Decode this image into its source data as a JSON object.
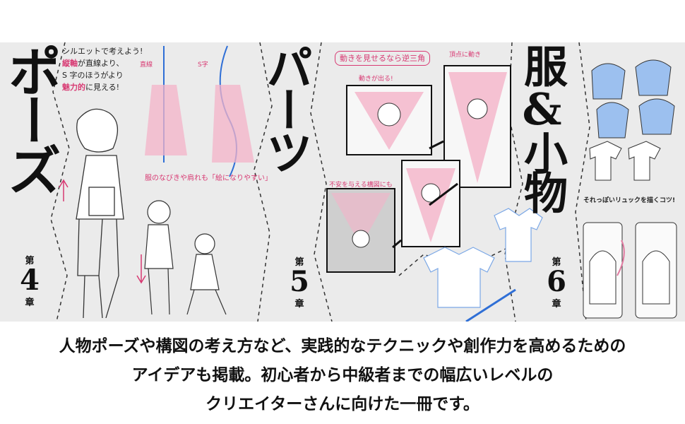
{
  "chapters": [
    {
      "title": "ポーズ",
      "prefix": "第",
      "number": "4",
      "suffix": "章"
    },
    {
      "title": "パーツ",
      "prefix": "第",
      "number": "5",
      "suffix": "章"
    },
    {
      "title": "服&小物",
      "prefix": "第",
      "number": "6",
      "suffix": "章"
    }
  ],
  "tips": {
    "silhouette": {
      "line1": "シルエットで考えよう!",
      "line2_a": "縦軸",
      "line2_b": "が直線より、",
      "line3": "S 字のほうがより",
      "line4_a": "魅力的",
      "line4_b": "に見える!"
    },
    "label_straight": "直線",
    "label_s": "S字",
    "flow_note": "服のなびきや肩れも「絵になりやすい」",
    "camera_note": "動きを見せるなら逆三角",
    "panel_note_1": "動きが出る!",
    "panel_note_2": "頂点に動き",
    "panel_note_3": "不安を与える構図にも",
    "clothes_note": "それっぽいリュックを描くコツ!"
  },
  "caption": {
    "line1": "人物ポーズや構図の考え方など、実践的なテクニックや創作力を高めるための",
    "line2": "アイデアも掲載。初心者から中級者までの幅広いレベルの",
    "line3": "クリエイターさんに向けた一冊です。"
  },
  "colors": {
    "accent_pink": "#d83a73",
    "accent_blue": "#2f6fd6",
    "banner_bg": "#ebebeb"
  }
}
